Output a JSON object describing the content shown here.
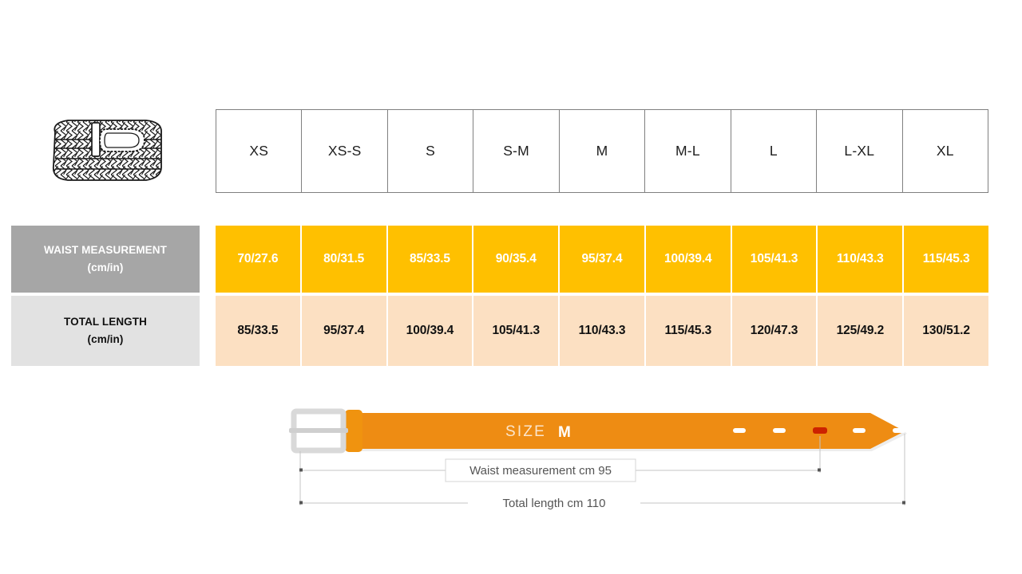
{
  "product": {
    "icon": "braided-belt-icon",
    "alt": "braided belt"
  },
  "table": {
    "size_header": [
      "XS",
      "XS-S",
      "S",
      "S-M",
      "M",
      "M-L",
      "L",
      "L-XL",
      "XL"
    ],
    "rows": [
      {
        "label": "WAIST MEASUREMENT",
        "unit": "(cm/in)",
        "values": [
          "70/27.6",
          "80/31.5",
          "85/33.5",
          "90/35.4",
          "95/37.4",
          "100/39.4",
          "105/41.3",
          "110/43.3",
          "115/45.3"
        ]
      },
      {
        "label": "TOTAL LENGTH",
        "unit": "(cm/in)",
        "values": [
          "85/33.5",
          "95/37.4",
          "100/39.4",
          "105/41.3",
          "110/43.3",
          "115/45.3",
          "120/47.3",
          "125/49.2",
          "130/51.2"
        ]
      }
    ]
  },
  "diagram": {
    "size_caption_label": "SIZE",
    "size_caption_value": "M",
    "waist_dimension_label": "Waist measurement cm 95",
    "total_dimension_label": "Total length cm 110",
    "hole_count": 5,
    "active_hole_index": 2
  },
  "colors": {
    "orange_cell": "#ffc000",
    "peach_cell": "#fce0c2",
    "label_gray_dark": "#a6a6a6",
    "label_gray_light": "#e2e2e2",
    "belt_strap": "#ee8c13",
    "active_hole": "#cc2200",
    "buckle": "#d9d9d9",
    "dimension_line": "#b5b5b5"
  }
}
